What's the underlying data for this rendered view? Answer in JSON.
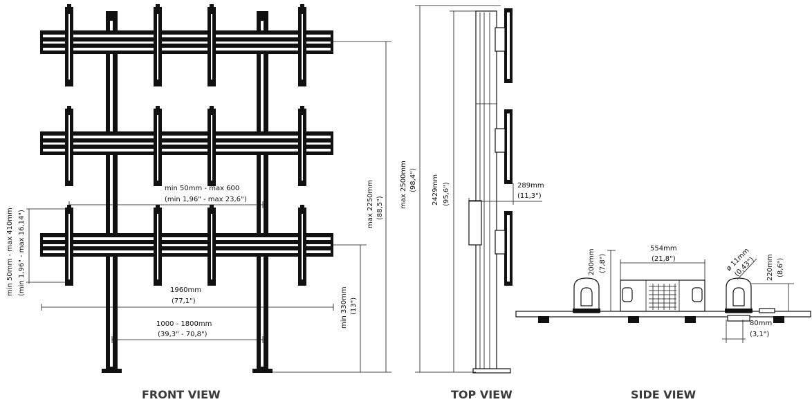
{
  "views": {
    "front": "FRONT VIEW",
    "top": "TOP VIEW",
    "side": "SIDE VIEW"
  },
  "dimensions": {
    "front_spacing_mm": "min 50mm - max 600",
    "front_spacing_in": "(min 1,96\" - max 23,6\")",
    "front_vert_mm": "min 50mm - max 410mm",
    "front_vert_in": "(min 1,96\" - max 16,14\")",
    "front_width_mm": "1960mm",
    "front_width_in": "(77,1\")",
    "front_poles_mm": "1000 - 1800mm",
    "front_poles_in": "(39,3\" - 70,8\")",
    "front_base_mm": "min 330mm",
    "front_base_in": "(13\")",
    "front_h_mm": "max 2250mm",
    "front_h_in": "(88,5\")",
    "top_total_mm": "max 2500mm",
    "top_total_in": "(98,4\")",
    "top_pole_mm": "2429mm",
    "top_pole_in": "(95,6\")",
    "top_depth_mm": "289mm",
    "top_depth_in": "(11,3\")",
    "side_width_mm": "554mm",
    "side_width_in": "(21,8\")",
    "side_h200_mm": "200mm",
    "side_h200_in": "(7,8\")",
    "side_hole_mm": "ø 11mm",
    "side_hole_in": "(0,43\")",
    "side_h220_mm": "220mm",
    "side_h220_in": "(8,6\")",
    "side_80_mm": "80mm",
    "side_80_in": "(3,1\")"
  },
  "colors": {
    "line": "#111111",
    "title": "#3a3a3a"
  }
}
